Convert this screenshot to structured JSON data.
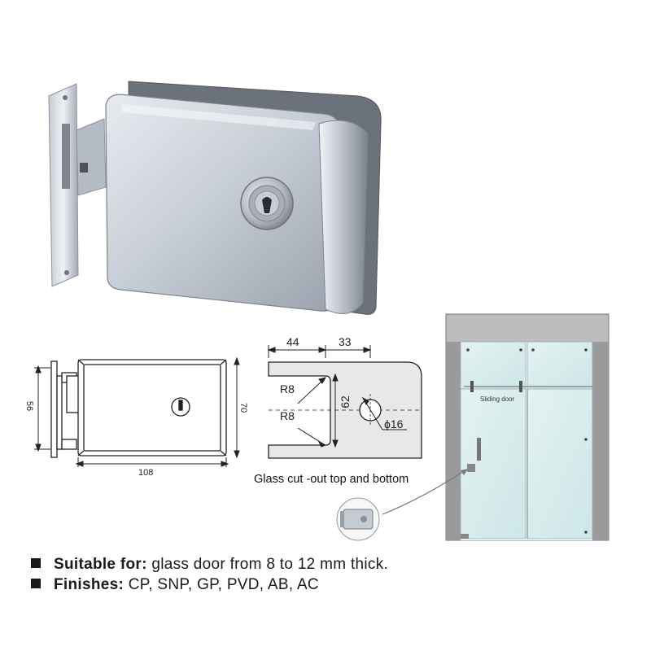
{
  "product_image": {
    "name": "glass door lock with strike plate"
  },
  "drawing_front": {
    "height_plate": "56",
    "height_body": "70",
    "width_body": "108"
  },
  "drawing_cutout": {
    "dim_a": "44",
    "dim_b": "33",
    "dim_height": "62",
    "radius_top": "R8",
    "radius_bottom": "R8",
    "hole_diameter": "ϕ16",
    "caption": "Glass cut -out top and bottom"
  },
  "install_diagram": {
    "door_label": "Sliding door"
  },
  "specs": [
    {
      "label": "Suitable for:",
      "text": " glass door from 8 to 12 mm thick."
    },
    {
      "label": "Finishes:",
      "text": " CP, SNP, GP, PVD, AB, AC"
    }
  ],
  "colors": {
    "metal_light": "#dfe3ea",
    "metal_mid": "#b6bcc6",
    "metal_dark": "#6e7480",
    "glass": "#d7ecec",
    "frame": "#8a8a8a"
  }
}
